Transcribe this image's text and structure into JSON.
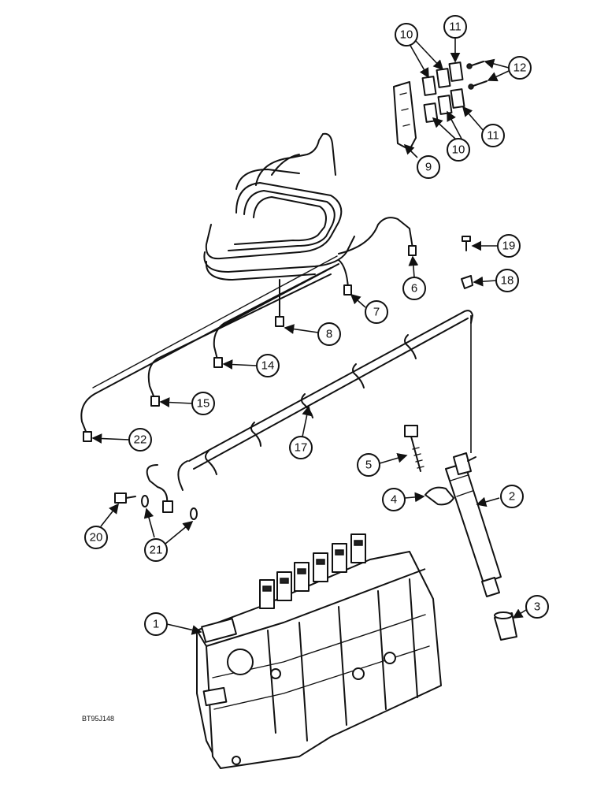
{
  "figure_code": "BT95J148",
  "callouts": [
    "1",
    "2",
    "3",
    "4",
    "5",
    "6",
    "7",
    "8",
    "9",
    "10",
    "10",
    "11",
    "11",
    "12",
    "14",
    "15",
    "17",
    "18",
    "19",
    "20",
    "21",
    "22"
  ],
  "colors": {
    "ink": "#111111",
    "paper": "#ffffff"
  }
}
